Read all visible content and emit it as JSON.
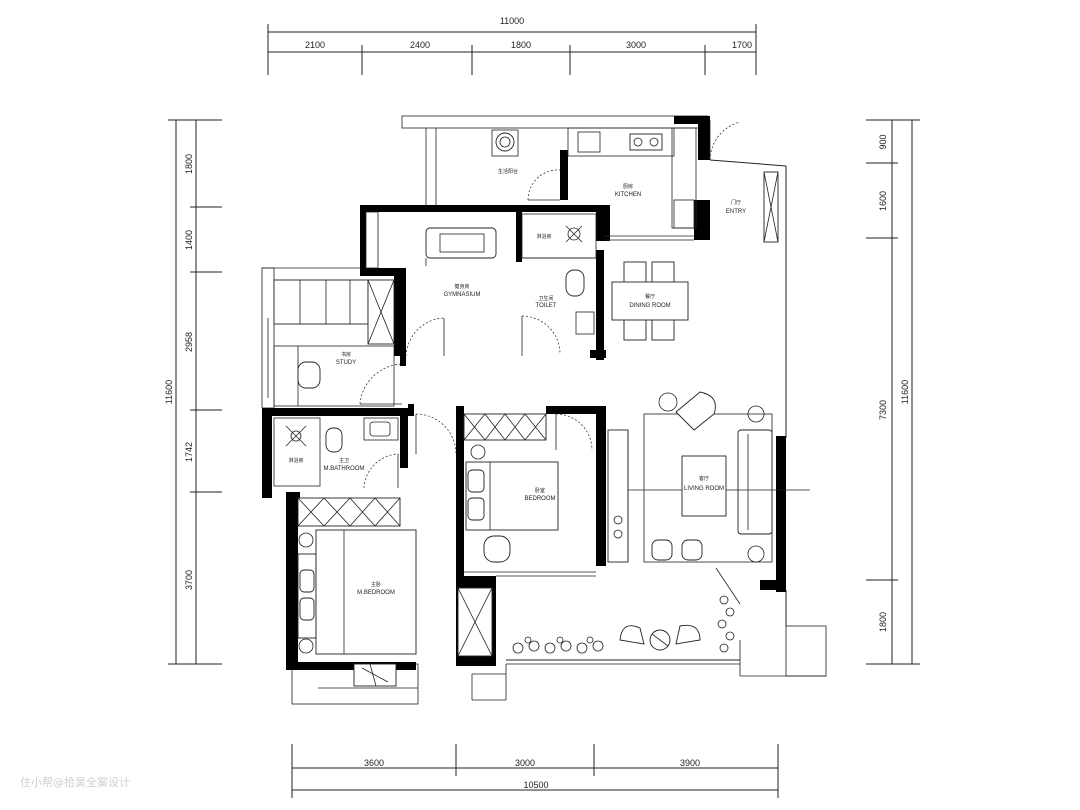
{
  "dimensions": {
    "top_total": "11000",
    "top_segments": [
      "2100",
      "2400",
      "1800",
      "3000",
      "1700"
    ],
    "left_total": "11600",
    "left_segments": [
      "1800",
      "1400",
      "2958",
      "1742",
      "3700"
    ],
    "right_total_a": "7300",
    "right_total_b": "11600",
    "right_segments": [
      "900",
      "1600",
      "1800"
    ],
    "bottom_total": "10500",
    "bottom_segments": [
      "3600",
      "3000",
      "3900"
    ]
  },
  "rooms": {
    "balcony_service": {
      "cn": "生活阳台",
      "en": ""
    },
    "kitchen": {
      "cn": "厨房",
      "en": "KITCHEN"
    },
    "entry": {
      "cn": "门厅",
      "en": "ENTRY"
    },
    "gymnasium": {
      "cn": "健身房",
      "en": "GYMNASIUM"
    },
    "shower_a": {
      "cn": "淋浴房",
      "en": ""
    },
    "toilet": {
      "cn": "卫生间",
      "en": "TOILET"
    },
    "dining": {
      "cn": "餐厅",
      "en": "DINING ROOM"
    },
    "study": {
      "cn": "书房",
      "en": "STUDY"
    },
    "shower_b": {
      "cn": "淋浴房",
      "en": ""
    },
    "m_bathroom": {
      "cn": "主卫",
      "en": "M.BATHROOM"
    },
    "bedroom": {
      "cn": "卧室",
      "en": "BEDROOM"
    },
    "living": {
      "cn": "客厅",
      "en": "LIVING ROOM"
    },
    "m_bedroom": {
      "cn": "主卧",
      "en": "M.BEDROOM"
    }
  },
  "watermark": "住小帮@拾昊全案设计"
}
